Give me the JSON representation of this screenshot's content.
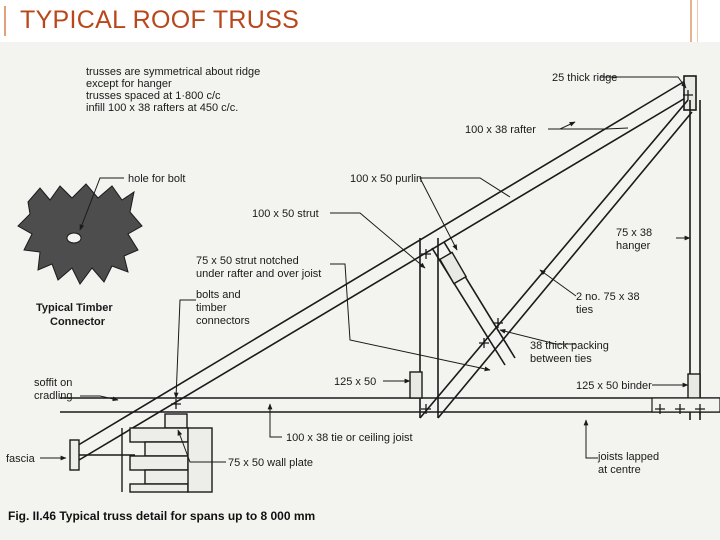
{
  "slide": {
    "title": "TYPICAL ROOF TRUSS",
    "accent_color": "#b8471b"
  },
  "figure": {
    "notes": [
      "trusses are symmetrical about ridge",
      "except for hanger",
      "trusses spaced at 1·800 c/c",
      "infill 100 x 38 rafters at 450 c/c."
    ],
    "connector": {
      "hole_label": "hole for bolt",
      "title_line1": "Typical Timber",
      "title_line2": "Connector"
    },
    "labels": {
      "ridge": "25 thick ridge",
      "rafter": "100 x 38 rafter",
      "purlin": "100 x 50 purlin",
      "strut": "100 x 50 strut",
      "strut_notched_1": "75 x 50 strut notched",
      "strut_notched_2": "under rafter and over joist",
      "bolts_1": "bolts and",
      "bolts_2": "timber",
      "bolts_3": "connectors",
      "hanger_1": "75 x 38",
      "hanger_2": "hanger",
      "ties_1": "2 no. 75 x 38",
      "ties_2": "ties",
      "packing_1": "38 thick packing",
      "packing_2": "between ties",
      "block": "125 x 50",
      "binder": "125 x 50 binder",
      "soffit_1": "soffit on",
      "soffit_2": "cradling",
      "tie_joist": "100 x 38 tie or ceiling joist",
      "fascia": "fascia",
      "wall_plate": "75 x 50 wall plate",
      "lapped_1": "joists lapped",
      "lapped_2": "at centre"
    },
    "caption": "Fig. II.46  Typical truss detail for spans up to 8 000 mm"
  }
}
